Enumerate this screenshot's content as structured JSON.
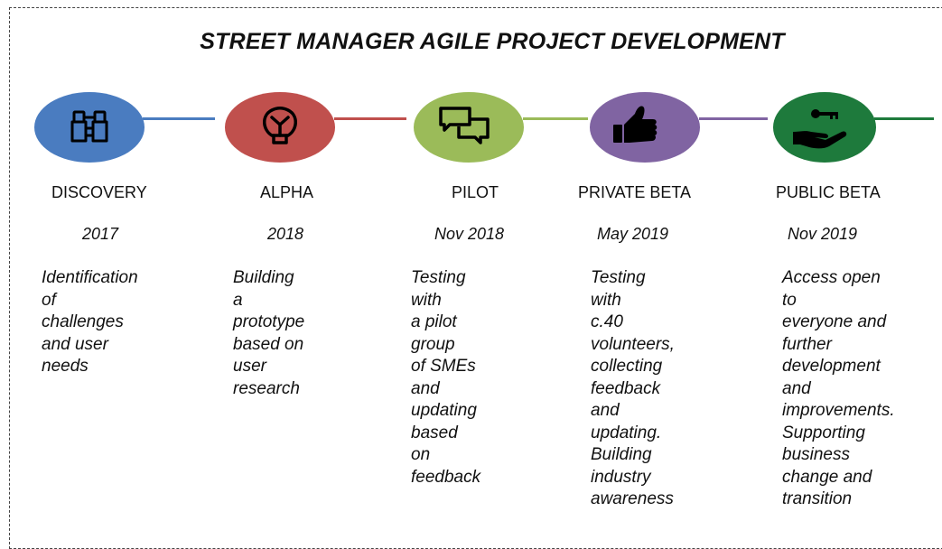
{
  "title": "STREET MANAGER AGILE PROJECT DEVELOPMENT",
  "stages": [
    {
      "name": "DISCOVERY",
      "year": "2017",
      "description": "Identification\nof challenges\nand user\nneeds",
      "color": "#4a7cc0",
      "icon": "binoculars-icon"
    },
    {
      "name": "ALPHA",
      "year": "2018",
      "description": "Building a\nprototype\nbased on\nuser\nresearch",
      "color": "#c0504d",
      "icon": "lightbulb-icon"
    },
    {
      "name": "PILOT",
      "year": "Nov 2018",
      "description": "Testing with\na pilot group\nof SMEs and\nupdating\nbased on\nfeedback",
      "color": "#9bbb59",
      "icon": "speech-bubbles-icon"
    },
    {
      "name": "PRIVATE BETA",
      "year": "May 2019",
      "description": "Testing with\nc.40\nvolunteers,\ncollecting\nfeedback and\nupdating.\nBuilding\nindustry\nawareness",
      "color": "#8064a2",
      "icon": "thumbs-up-icon"
    },
    {
      "name": "PUBLIC BETA",
      "year": "Nov 2019",
      "description": "Access open to\neveryone and\nfurther\ndevelopment\nand\nimprovements.\nSupporting\nbusiness\nchange and\ntransition",
      "color": "#1e7a3c",
      "icon": "key-in-hand-icon"
    }
  ]
}
